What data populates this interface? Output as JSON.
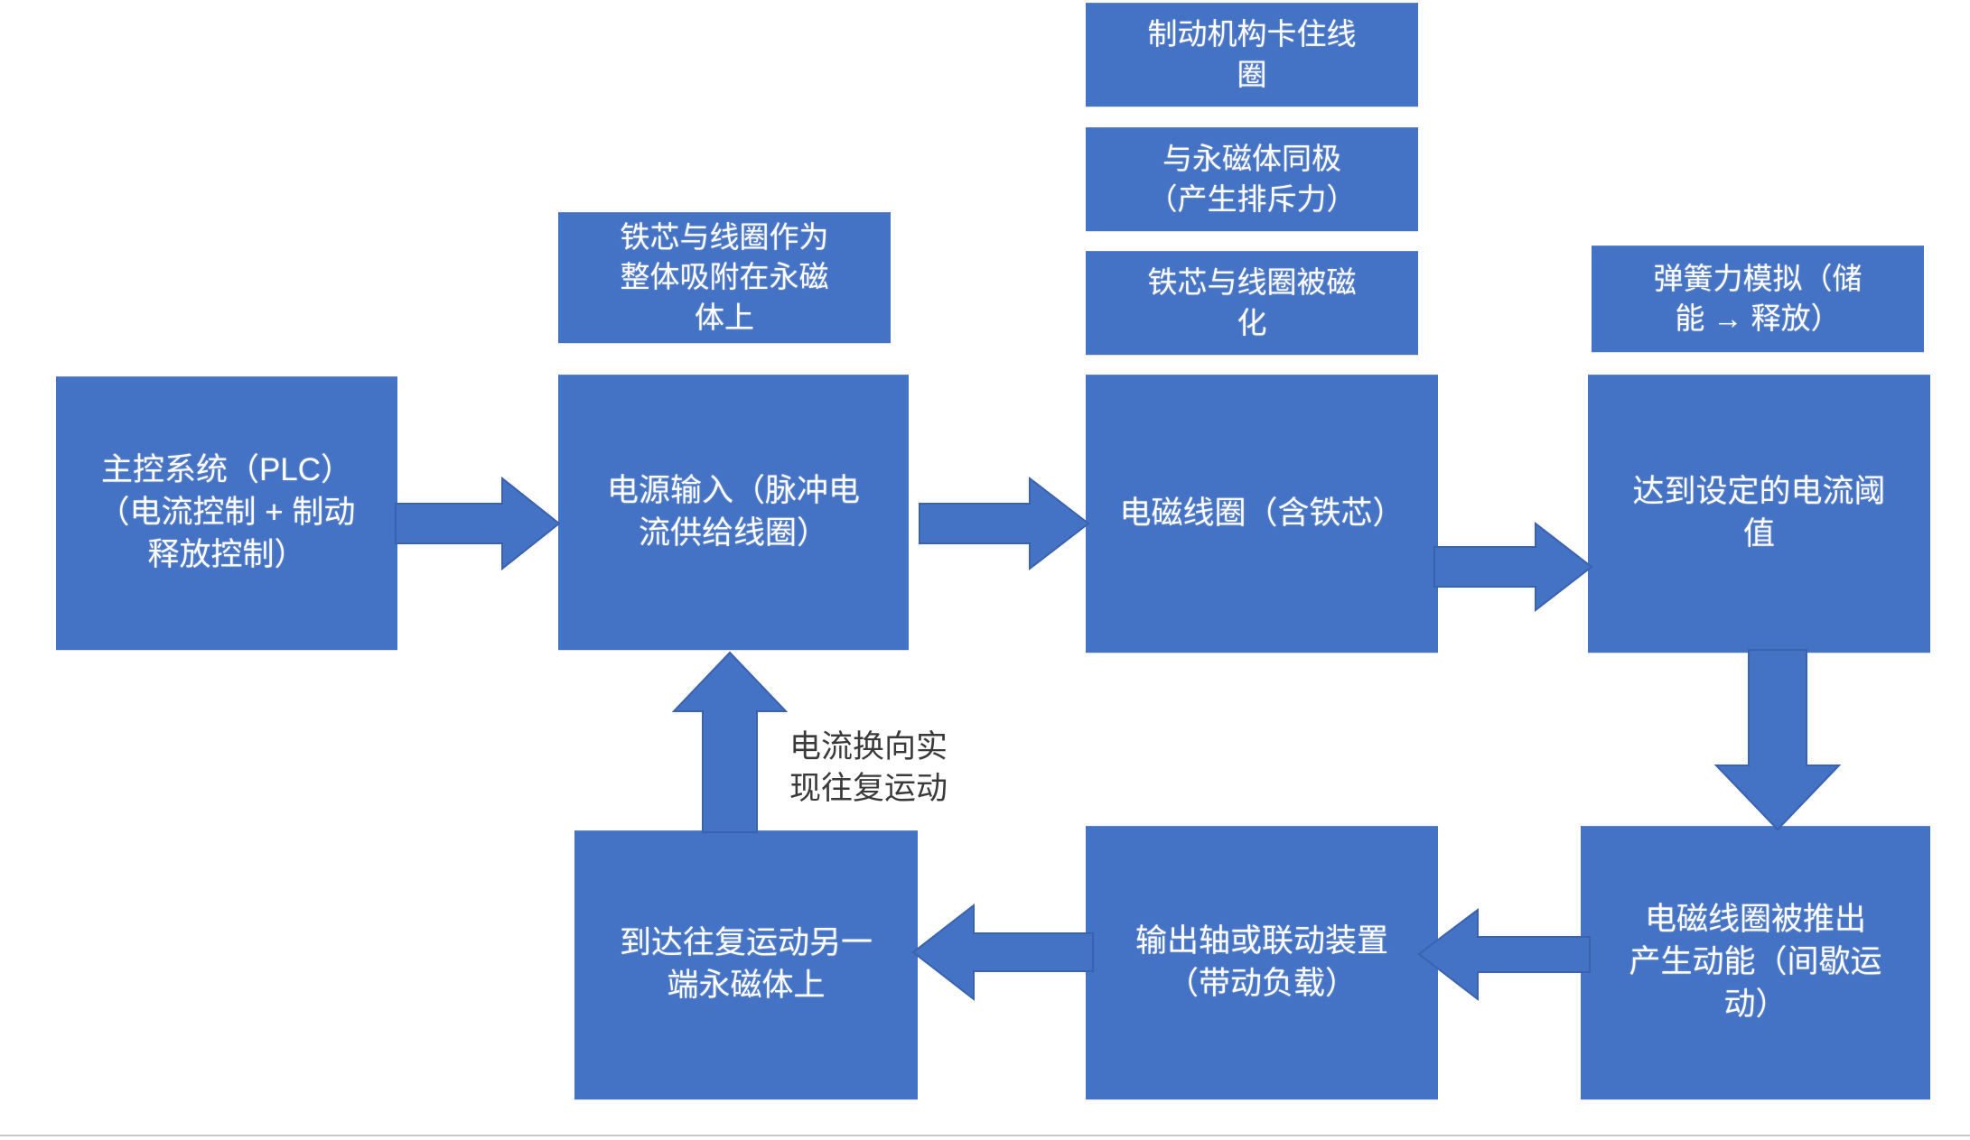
{
  "diagram": {
    "type": "flowchart",
    "background_color": "#FFFFFF",
    "node_fill_color": "#4472C4",
    "node_text_color": "#FFFFFF",
    "connector_color": "#4472C4",
    "caption_text_color": "#3A3A3A",
    "nodes": {
      "plc": "主控系统（PLC）\n（电流控制 + 制动\n释放控制）",
      "core_attach": "铁芯与线圈作为\n整体吸附在永磁\n体上",
      "power_input": "电源输入（脉冲电\n流供给线圈）",
      "brake_lock": "制动机构卡住线\n圈",
      "same_pole": "与永磁体同极\n（产生排斥力）",
      "magnetized": "铁芯与线圈被磁\n化",
      "coil": "电磁线圈（含铁芯）",
      "spring_sim": "弹簧力模拟（储\n能 → 释放）",
      "threshold": "达到设定的电流阈\n值",
      "pushed_out": "电磁线圈被推出\n产生动能（间歇运\n动）",
      "output_shaft": "输出轴或联动装置\n（带动负载）",
      "other_end": "到达往复运动另一\n端永磁体上"
    },
    "captions": {
      "reciprocating": "电流换向实\n现往复运动"
    },
    "edges": [
      {
        "from": "plc",
        "to": "power_input",
        "direction": "right"
      },
      {
        "from": "power_input",
        "to": "coil",
        "direction": "right"
      },
      {
        "from": "coil",
        "to": "threshold",
        "direction": "right"
      },
      {
        "from": "threshold",
        "to": "pushed_out",
        "direction": "down"
      },
      {
        "from": "pushed_out",
        "to": "output_shaft",
        "direction": "left"
      },
      {
        "from": "output_shaft",
        "to": "other_end",
        "direction": "left"
      },
      {
        "from": "other_end",
        "to": "power_input",
        "direction": "up",
        "label": "电流换向实现往复运动"
      }
    ]
  }
}
